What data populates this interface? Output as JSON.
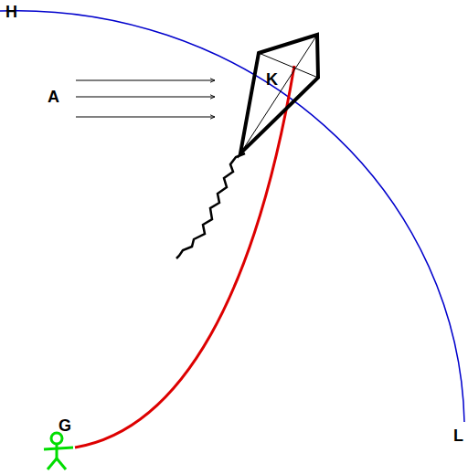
{
  "diagram": {
    "nodes": [
      {
        "text": [
          "K"
        ]
      }
    ],
    "labels": [
      "H",
      "A",
      "G",
      "L"
    ]
  }
}
